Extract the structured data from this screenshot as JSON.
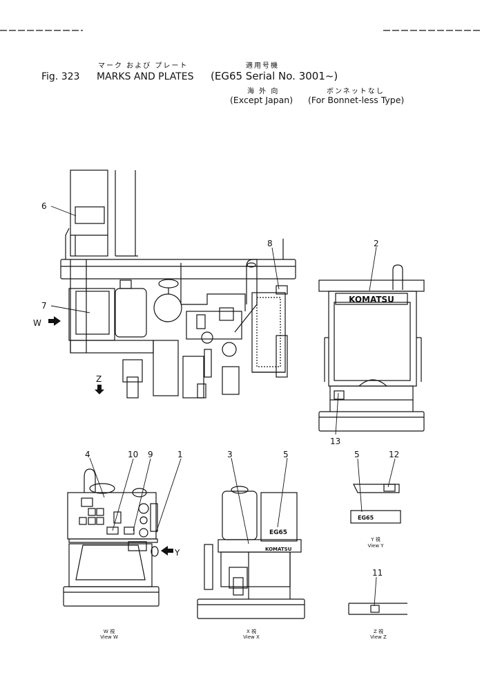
{
  "title": {
    "jp_title": "マーク および プレート",
    "fig_label": "Fig. 323",
    "en_title": "MARKS AND PLATES",
    "jp_applicable": "適用号機",
    "applicable": "(EG65 Serial No. 3001~)",
    "jp_destination": "海 外 向",
    "destination": "(Except Japan)",
    "jp_type": "ボンネットなし",
    "type": "(For Bonnet-less Type)"
  },
  "callouts": [
    "1",
    "2",
    "3",
    "4",
    "5",
    "6",
    "7",
    "8",
    "9",
    "10",
    "11",
    "12",
    "13"
  ],
  "view_markers": {
    "w": "W",
    "z": "Z",
    "y": "Y"
  },
  "plate_text": {
    "brand": "KOMATSU",
    "model": "EG65"
  },
  "views": {
    "w": {
      "jp": "W 視",
      "en": "View W"
    },
    "x": {
      "jp": "X 視",
      "en": "View X"
    },
    "y": {
      "jp": "Y 視",
      "en": "View Y"
    },
    "z": {
      "jp": "Z 視",
      "en": "View Z"
    }
  }
}
